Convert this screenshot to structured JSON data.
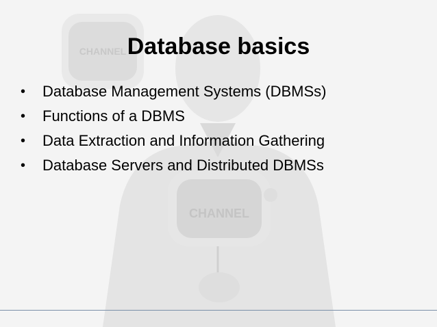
{
  "slide": {
    "title": "Database basics",
    "bullets": [
      "Database Management Systems (DBMSs)",
      "Functions of a DBMS",
      "Data Extraction and Information Gathering",
      "Database Servers and Distributed DBMSs"
    ],
    "bullet_glyph": "•",
    "background_logo_text": [
      "CHANNEL",
      "CHANNEL"
    ]
  },
  "colors": {
    "text": "#000000",
    "background": "#f4f4f4",
    "rule": "#7a8fa8"
  }
}
